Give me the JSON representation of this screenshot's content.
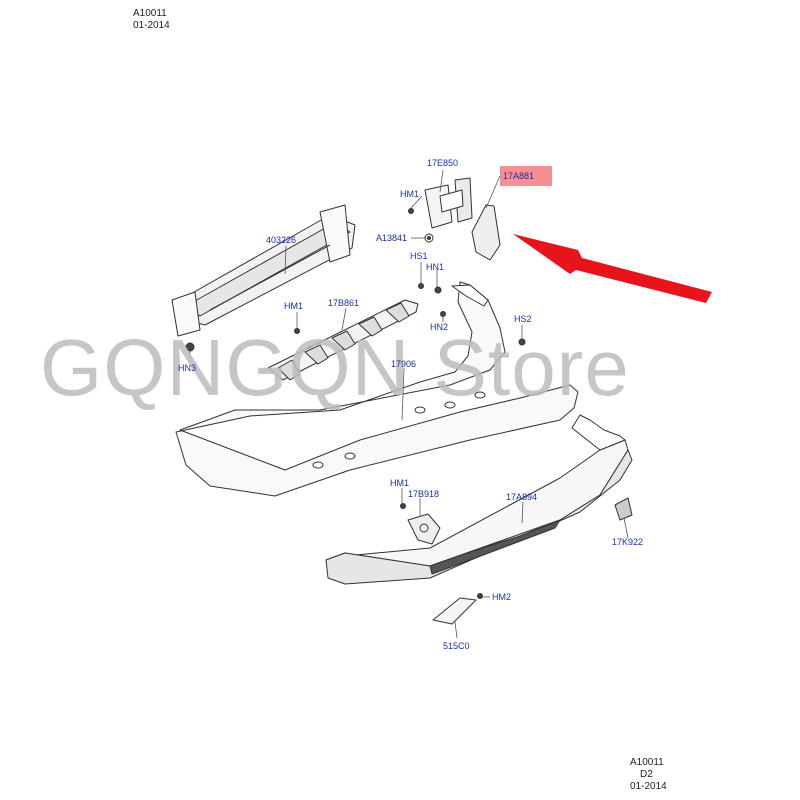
{
  "header_top": {
    "line1": "A10011",
    "line2": "01-2014"
  },
  "header_bottom": {
    "line1": "A10011",
    "line2": "D2",
    "line3": "01-2014"
  },
  "watermark": "GQNGQN  Store",
  "highlight_color": "#f0696d",
  "arrow_color": "#e8141c",
  "label_color": "#1c2fa8",
  "labels": {
    "p17E850": "17E850",
    "p17A881": "17A881",
    "hm1_top": "HM1",
    "a13841": "A13841",
    "p403226": "403226",
    "hs1": "HS1",
    "hn1": "HN1",
    "hm1_mid": "HM1",
    "p17B861": "17B861",
    "hn2": "HN2",
    "hs2": "HS2",
    "hn3": "HN3",
    "p17906": "17906",
    "hm1_low": "HM1",
    "p17B918": "17B918",
    "p17A894": "17A894",
    "p17K922": "17K922",
    "hm2": "HM2",
    "p515C0": "515C0"
  }
}
